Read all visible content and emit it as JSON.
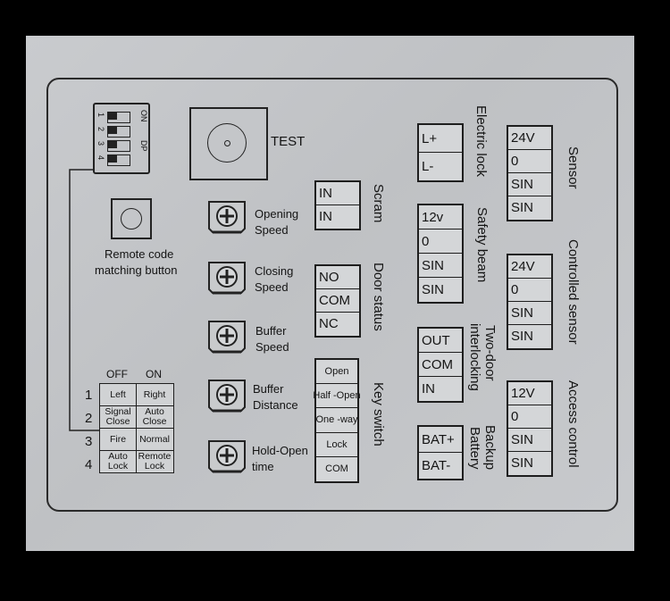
{
  "test": {
    "label": "TEST"
  },
  "remote": {
    "line1": "Remote code",
    "line2": "matching button"
  },
  "dip": {
    "on": "ON",
    "dp": "DP",
    "nums": [
      "1",
      "2",
      "3",
      "4"
    ]
  },
  "pots": [
    {
      "line1": "Opening",
      "line2": "Speed"
    },
    {
      "line1": "Closing",
      "line2": "Speed"
    },
    {
      "line1": "Buffer",
      "line2": "Speed"
    },
    {
      "line1": "Buffer",
      "line2": "Distance"
    },
    {
      "line1": "Hold-Open",
      "line2": "time"
    }
  ],
  "switch_table": {
    "off": "OFF",
    "on": "ON",
    "rows": [
      {
        "num": "1",
        "off": "Left",
        "on": "Right"
      },
      {
        "num": "2",
        "off": "Signal Close",
        "on": "Auto Close"
      },
      {
        "num": "3",
        "off": "Fire",
        "on": "Normal"
      },
      {
        "num": "4",
        "off": "Auto Lock",
        "on": "Remote Lock"
      }
    ]
  },
  "scram": {
    "label": "Scram",
    "cells": [
      "IN",
      "IN"
    ]
  },
  "door_status": {
    "label": "Door status",
    "cells": [
      "NO",
      "COM",
      "NC"
    ]
  },
  "key_switch": {
    "label": "Key switch",
    "cells": [
      "Open",
      "Half -Open",
      "One -way",
      "Lock",
      "COM"
    ]
  },
  "electric_lock": {
    "label": "Electric lock",
    "cells": [
      "L+",
      "L-"
    ]
  },
  "safety_beam": {
    "label": "Safety beam",
    "cells": [
      "12v",
      "0",
      "SIN",
      "SIN"
    ]
  },
  "two_door": {
    "label1": "Two-door",
    "label2": "interlocking",
    "cells": [
      "OUT",
      "COM",
      "IN"
    ]
  },
  "backup": {
    "label1": "Backup",
    "label2": "Battery",
    "cells": [
      "BAT+",
      "BAT-"
    ]
  },
  "sensor": {
    "label": "Sensor",
    "cells": [
      "24V",
      "0",
      "SIN",
      "SIN"
    ]
  },
  "controlled_sensor": {
    "label": "Controlled sensor",
    "cells": [
      "24V",
      "0",
      "SIN",
      "SIN"
    ]
  },
  "access_control": {
    "label": "Access control",
    "cells": [
      "12V",
      "0",
      "SIN",
      "SIN"
    ]
  }
}
